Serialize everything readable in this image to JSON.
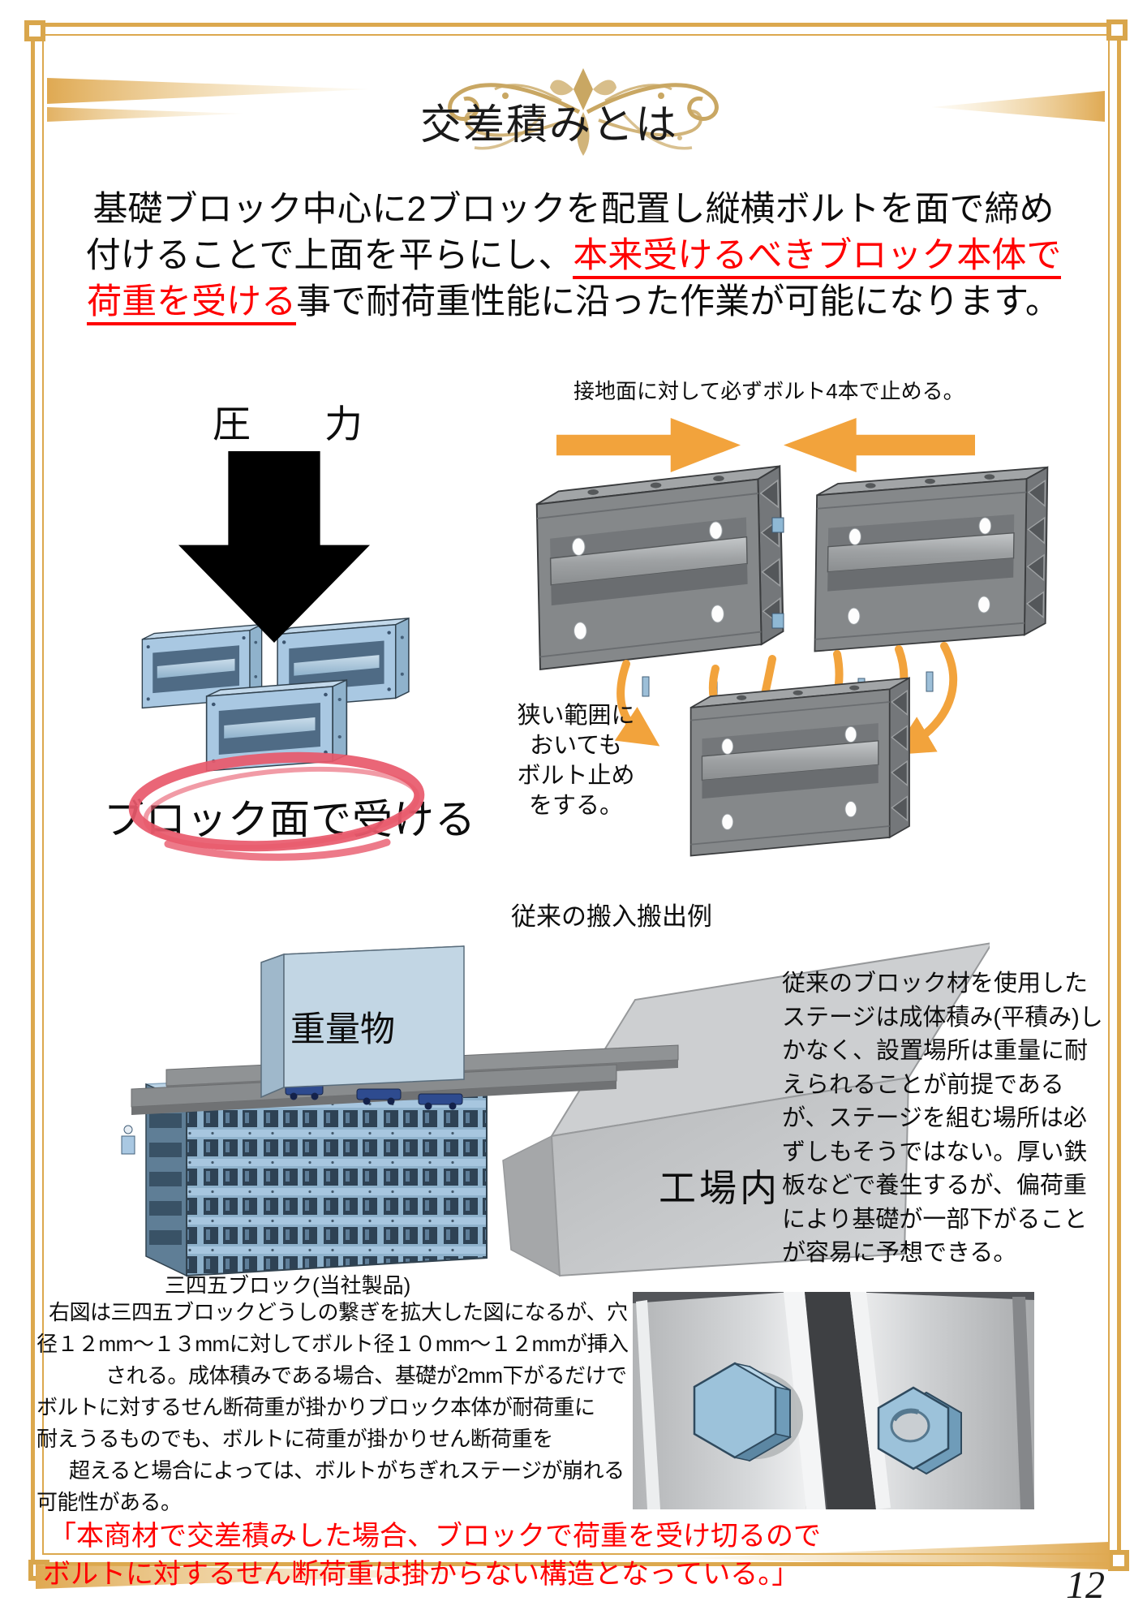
{
  "title": "交差積みとは",
  "intro": {
    "line1": "基礎ブロック中心に2ブロックを配置し縦横ボルトを面で締め",
    "line2_black": "付けることで上面を平らにし、",
    "line2_red": "本来受けるべきブロック本体で",
    "line3_red": "荷重を受ける",
    "line3_black": "事で耐荷重性能に沿った作業が可能になります。"
  },
  "pressure_diagram": {
    "pressure_label": "圧　力",
    "caption": "ブロック面で受ける"
  },
  "bolt_diagram": {
    "caption": "接地面に対して必ずボルト4本で止める。",
    "note_lines": [
      "狭い範囲に",
      "おいても",
      "ボルト止め",
      "をする。"
    ]
  },
  "conventional_example": {
    "heading": "従来の搬入搬出例",
    "heavy_label": "重量物",
    "factory_label": "工場内",
    "block_caption": "三四五ブロック(当社製品)"
  },
  "right_note": {
    "lines": [
      "従来のブロック材を使用した",
      "ステージは成体積み(平積み)し",
      "かなく、設置場所は重量に耐",
      "えられることが前提である",
      "が、ステージを組む場所は必",
      "ずしもそうではない。厚い鉄",
      "板などで養生するが、偏荷重",
      "により基礎が一部下がること",
      "が容易に予想できる。"
    ]
  },
  "bottom_note": {
    "black_lines": [
      "右図は三四五ブロックどうしの繋ぎを拡大した図になるが、穴",
      "径１２mm～１３mmに対してボルト径１０mm～１２mmが挿入",
      "される。成体積みである場合、基礎が2mm下がるだけで",
      "ボルトに対するせん断荷重が掛かりブロック本体が耐荷重に",
      "耐えうるものでも、ボルトに荷重が掛かりせん断荷重を",
      "超えると場合によっては、ボルトがちぎれステージが崩れる",
      "可能性がある。"
    ],
    "red_lines": [
      "「本商材で交差積みした場合、ブロックで荷重を受け切るので",
      "ボルトに対するせん断荷重は掛からない構造となっている。」"
    ]
  },
  "page": {
    "number": "12"
  },
  "colors": {
    "frame_gold": "#DCA84E",
    "ornament_gold": "#C9A763",
    "accent_orange": "#F2A33C",
    "highlight_red": "#FF0000",
    "ellipse_red": "#E8596B",
    "block_blue": "#A9C8E2",
    "block_gray": "#85888A"
  }
}
